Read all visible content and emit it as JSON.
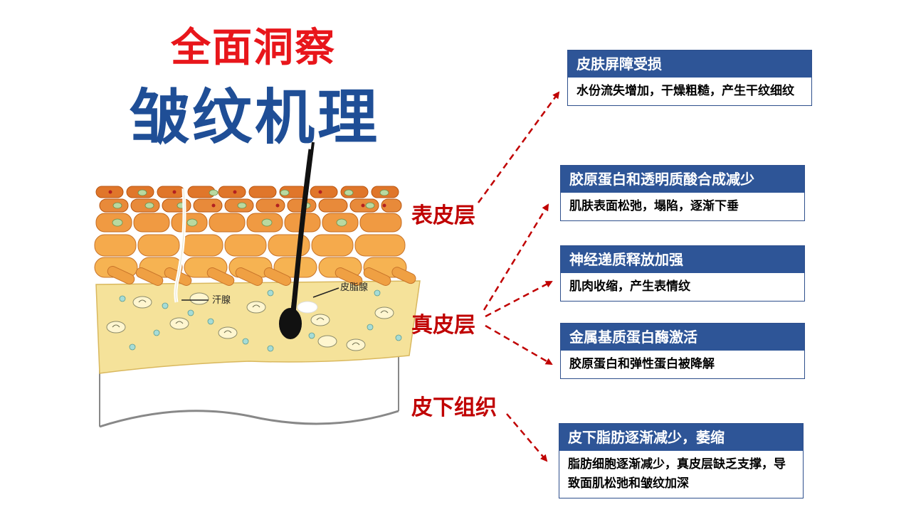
{
  "title": {
    "line1": "全面洞察",
    "line2": "皱纹机理"
  },
  "diagram": {
    "sweat_gland_label": "汗腺",
    "sebaceous_gland_label": "皮脂腺"
  },
  "layers": {
    "epidermis": "表皮层",
    "dermis": "真皮层",
    "subcutaneous": "皮下组织"
  },
  "boxes": [
    {
      "heading": "皮肤屏障受损",
      "body": "水份流失增加，干燥粗糙，产生干纹细纹"
    },
    {
      "heading": "胶原蛋白和透明质酸合成减少",
      "body": "肌肤表面松弛，塌陷，逐渐下垂"
    },
    {
      "heading": "神经递质释放加强",
      "body": "肌肉收缩，产生表情纹"
    },
    {
      "heading": "金属基质蛋白酶激活",
      "body": "胶原蛋白和弹性蛋白被降解"
    },
    {
      "heading": "皮下脂肪逐渐减少，萎缩",
      "body": "脂肪细胞逐渐减少，真皮层缺乏支撑，导致面肌松弛和皱纹加深"
    }
  ],
  "colors": {
    "title_red": "#e8161b",
    "title_blue": "#1f4e96",
    "label_red": "#c00000",
    "box_header": "#2e5597",
    "arrow": "#c00000"
  }
}
